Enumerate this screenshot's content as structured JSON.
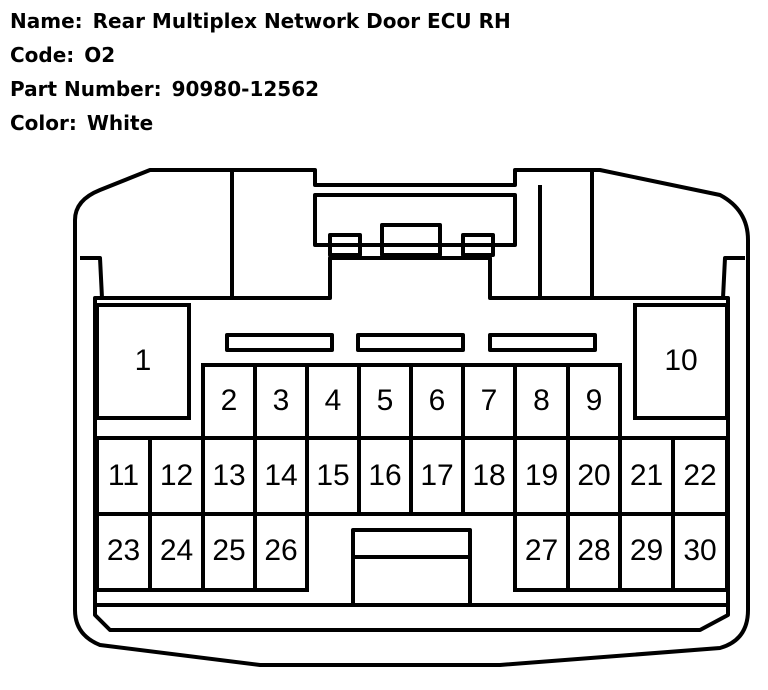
{
  "header": {
    "name_label": "Name:",
    "name_value": "Rear Multiplex Network Door ECU RH",
    "code_label": "Code:",
    "code_value": "O2",
    "part_label": "Part Number:",
    "part_value": "90980-12562",
    "color_label": "Color:",
    "color_value": "White"
  },
  "pins": [
    "1",
    "2",
    "3",
    "4",
    "5",
    "6",
    "7",
    "8",
    "9",
    "10",
    "11",
    "12",
    "13",
    "14",
    "15",
    "16",
    "17",
    "18",
    "19",
    "20",
    "21",
    "22",
    "23",
    "24",
    "25",
    "26",
    "27",
    "28",
    "29",
    "30"
  ]
}
